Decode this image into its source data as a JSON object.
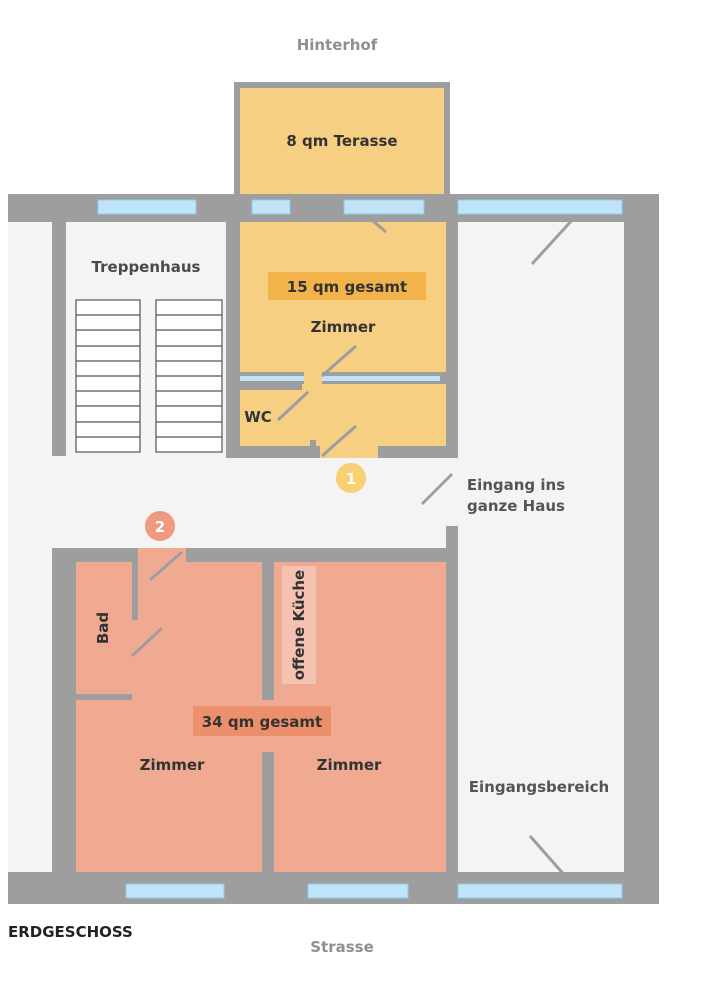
{
  "labels": {
    "hinterhof": "Hinterhof",
    "terrasse": "8 qm Terasse",
    "treppenhaus": "Treppenhaus",
    "gesamt_15": "15 qm gesamt",
    "zimmer_upper": "Zimmer",
    "wc": "WC",
    "eingang_line1": "Eingang ins",
    "eingang_line2": "ganze Haus",
    "badge_1": "1",
    "badge_2": "2",
    "bad": "Bad",
    "offene_kueche": "offene Küche",
    "gesamt_34": "34 qm gesamt",
    "zimmer_left": "Zimmer",
    "zimmer_right": "Zimmer",
    "eingangsbereich": "Eingangsbereich",
    "erdgeschoss": "ERDGESCHOSS",
    "strasse": "Strasse"
  },
  "colors": {
    "wall": "#9e9e9e",
    "floor": "#f4f4f4",
    "unit1": "#f7cf83",
    "unit1_label": "#f2b34a",
    "unit2": "#f0aa92",
    "unit2_label": "#eb8f6c",
    "kitchen_band": "#f5c2b2",
    "window": "#bfe4f7",
    "badge1": "#f7d074",
    "badge2": "#ef9a80",
    "text_dark": "#333333",
    "text_muted": "#8f8f8f"
  }
}
